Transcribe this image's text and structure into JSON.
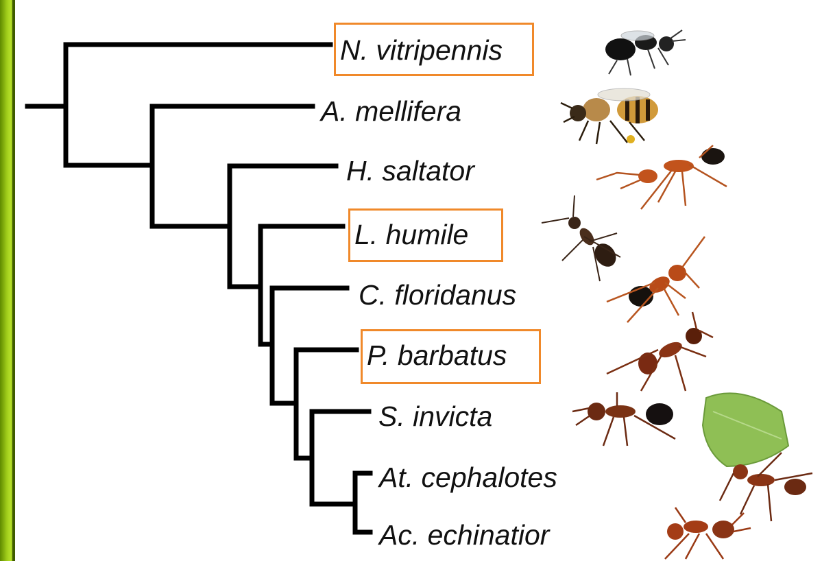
{
  "tree": {
    "taxa": [
      {
        "id": "nvit",
        "name": "N. vitripennis",
        "highlighted": true,
        "image_icon": "wasp-icon"
      },
      {
        "id": "amel",
        "name": "A. mellifera",
        "highlighted": false,
        "image_icon": "honeybee-icon"
      },
      {
        "id": "hsal",
        "name": "H. saltator",
        "highlighted": false,
        "image_icon": "ant-icon"
      },
      {
        "id": "lhum",
        "name": "L. humile",
        "highlighted": true,
        "image_icon": "ant-icon"
      },
      {
        "id": "cflo",
        "name": "C. floridanus",
        "highlighted": false,
        "image_icon": "ant-icon"
      },
      {
        "id": "pbar",
        "name": "P. barbatus",
        "highlighted": true,
        "image_icon": "ant-icon"
      },
      {
        "id": "sinv",
        "name": "S. invicta",
        "highlighted": false,
        "image_icon": "ant-icon"
      },
      {
        "id": "acep",
        "name": "At. cephalotes",
        "highlighted": false,
        "image_icon": "leafcutter-ant-icon"
      },
      {
        "id": "aech",
        "name": "Ac. echinatior",
        "highlighted": false,
        "image_icon": "ant-icon"
      }
    ],
    "colors": {
      "branch": "#000000",
      "highlight_box": "#f0892a",
      "sidebar_accent": "#9fcc1a"
    }
  }
}
